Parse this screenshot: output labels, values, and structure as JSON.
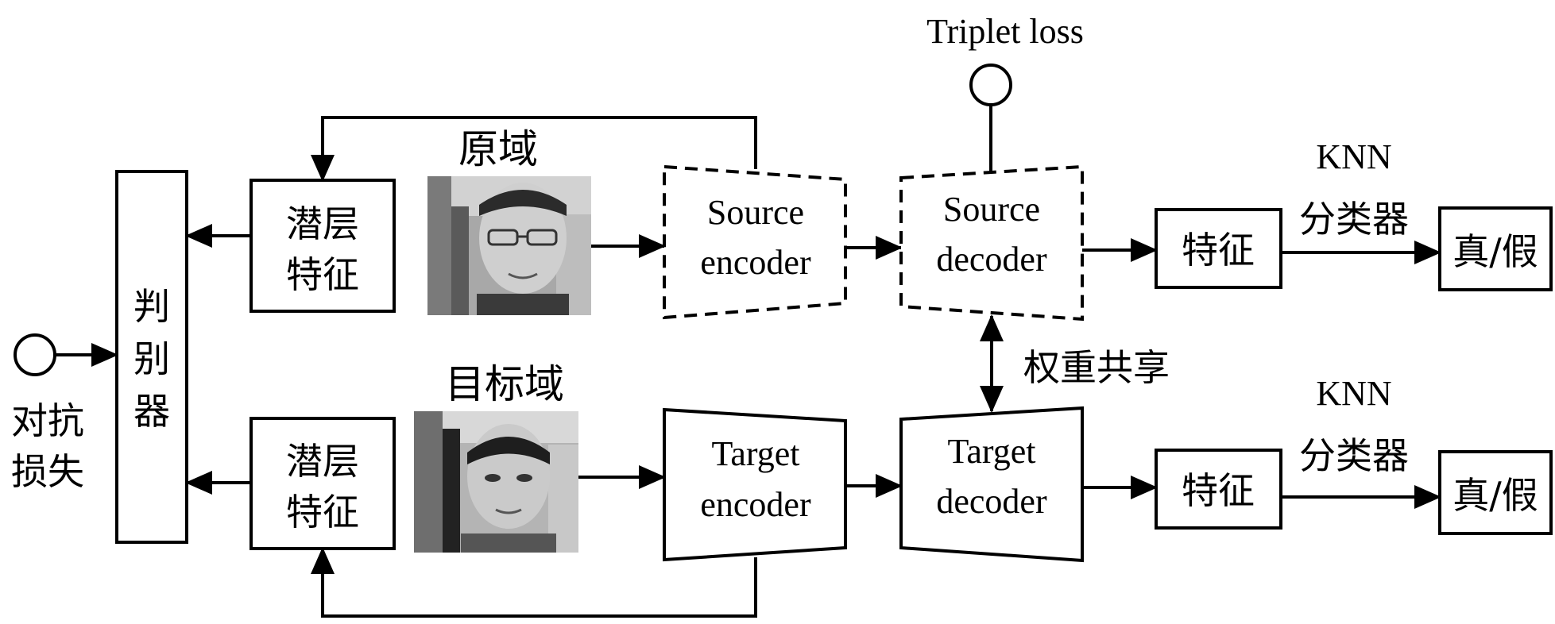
{
  "triplet_loss": "Triplet loss",
  "source_domain": "原域",
  "target_domain": "目标域",
  "latent_feature_top": [
    "潜层",
    "特征"
  ],
  "latent_feature_bottom": [
    "潜层",
    "特征"
  ],
  "discriminator": [
    "判",
    "别",
    "器"
  ],
  "adversarial_loss": [
    "对抗",
    "损失"
  ],
  "source_encoder": [
    "Source",
    "encoder"
  ],
  "source_decoder": [
    "Source",
    "decoder"
  ],
  "target_encoder": [
    "Target",
    "encoder"
  ],
  "target_decoder": [
    "Target",
    "decoder"
  ],
  "weight_sharing": "权重共享",
  "knn_top": [
    "KNN",
    "分类器"
  ],
  "knn_bottom": [
    "KNN",
    "分类器"
  ],
  "feature_top": "特征",
  "feature_bottom": "特征",
  "output_top": "真/假",
  "output_bottom": "真/假"
}
